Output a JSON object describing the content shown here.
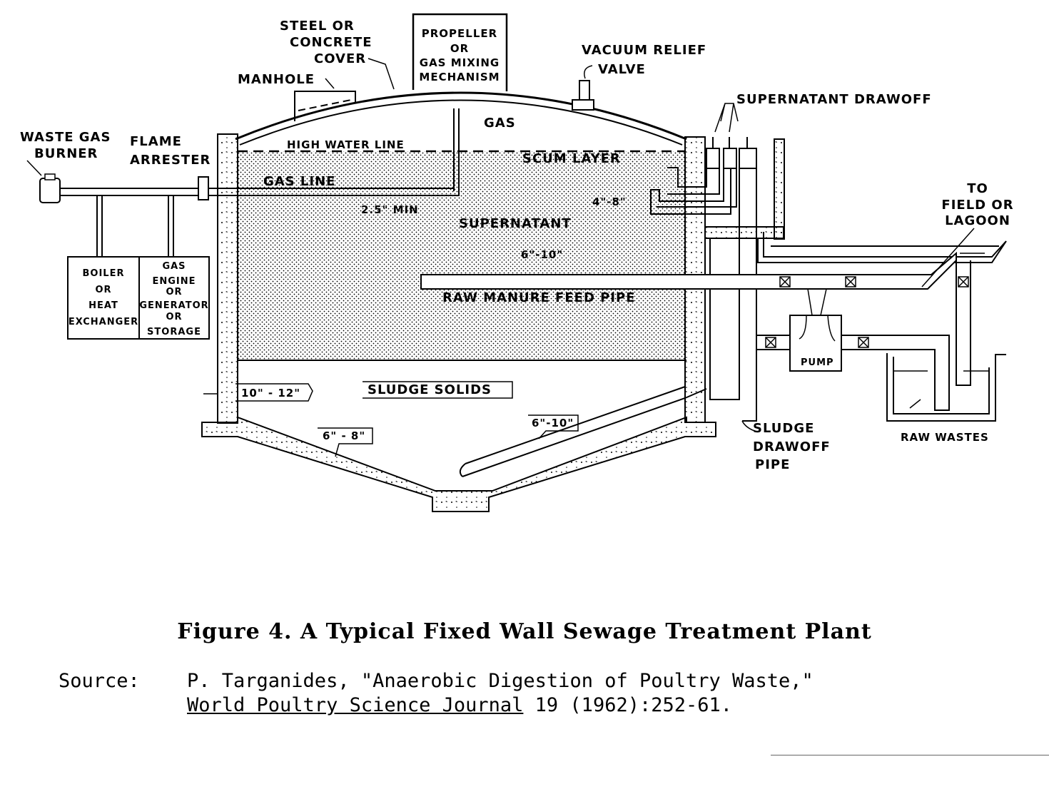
{
  "labels": {
    "steel_cover": [
      "STEEL OR",
      "CONCRETE",
      "COVER"
    ],
    "propeller": [
      "PROPELLER",
      "OR",
      "GAS MIXING",
      "MECHANISM"
    ],
    "vacuum_relief": [
      "VACUUM RELIEF",
      "VALVE"
    ],
    "manhole": "MANHOLE",
    "gas": "GAS",
    "supernatant_drawoff": "SUPERNATANT DRAWOFF",
    "waste_gas_burner": [
      "WASTE GAS",
      "BURNER"
    ],
    "flame_arrester": [
      "FLAME",
      "ARRESTER"
    ],
    "high_water_line": "HIGH WATER LINE",
    "scum_layer": "SCUM LAYER",
    "gas_line": "GAS LINE",
    "min_25": "2.5\" MIN",
    "dim_4_8": "4\"-8\"",
    "supernatant": "SUPERNATANT",
    "to_field": [
      "TO",
      "FIELD OR",
      "LAGOON"
    ],
    "boiler": [
      "BOILER",
      "OR",
      "HEAT",
      "EXCHANGER"
    ],
    "gas_engine": [
      "GAS",
      "ENGINE",
      "OR",
      "GENERATOR",
      "OR",
      "STORAGE"
    ],
    "dim_6_10_top": "6\"-10\"",
    "raw_manure_feed_pipe": "RAW MANURE FEED PIPE",
    "pump": "PUMP",
    "sludge_solids": "SLUDGE SOLIDS",
    "dim_10_12": "10\" - 12\"",
    "dim_6_8": "6\" - 8\"",
    "dim_6_10_bottom": "6\"-10\"",
    "sludge_drawoff_pipe": [
      "SLUDGE",
      "DRAWOFF",
      "PIPE"
    ],
    "raw_wastes": "RAW WASTES"
  },
  "caption": "Figure 4. A Typical Fixed Wall Sewage Treatment Plant",
  "source": {
    "label": "Source:",
    "author": "P.  Targanides,",
    "title": "\"Anaerobic Digestion of Poultry Waste,\"",
    "journal": "World Poultry Science Journal",
    "citation": " 19 (1962):252-61."
  }
}
